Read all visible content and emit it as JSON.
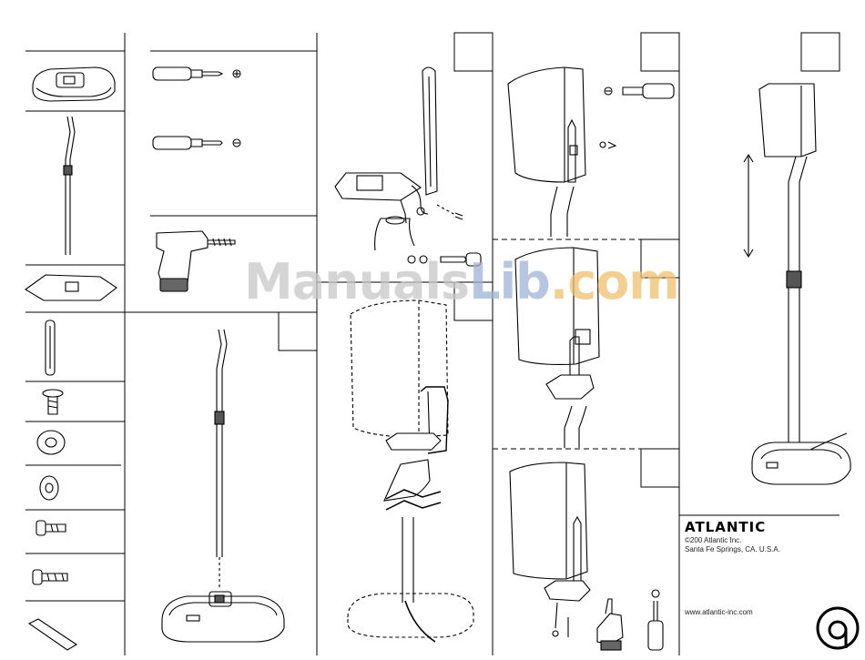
{
  "watermark": {
    "part1": "Manuals",
    "part2": "Lib",
    "part3": ".com"
  },
  "brand": {
    "name": "ATLANTIC",
    "copyright": "©200   Atlantic Inc.",
    "address": "Santa Fe Springs, CA. U.S.A.",
    "website": "www.atlantic-inc.com"
  },
  "colors": {
    "line": "#000000",
    "watermark_gray": "#c8c8c8",
    "watermark_blue": "#9fb3d6",
    "watermark_orange": "#f0c070"
  }
}
